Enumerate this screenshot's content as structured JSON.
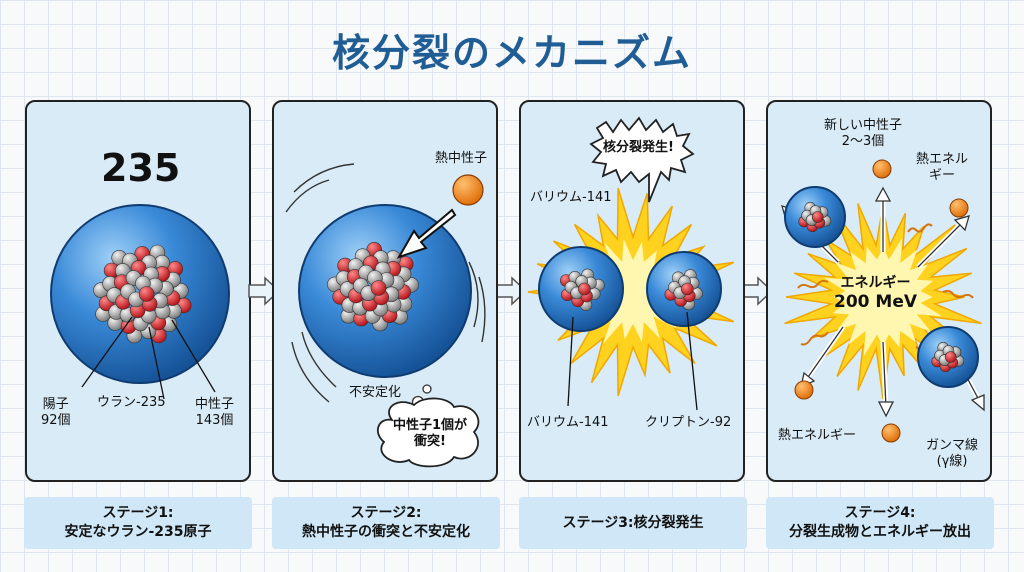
{
  "title": "核分裂のメカニズム",
  "stages": [
    {
      "caption_line1": "ステージ1:",
      "caption_line2": "安定なウラン-235原子",
      "mass_number": "235",
      "proton_label": "陽子",
      "proton_count": "92個",
      "atom_label": "ウラン-235",
      "neutron_label": "中性子",
      "neutron_count": "143個"
    },
    {
      "caption_line1": "ステージ2:",
      "caption_line2": "熱中性子の衝突と不安定化",
      "thermal_neutron_label": "熱中性子",
      "unstable_label": "不安定化",
      "bubble_line1": "中性子1個が",
      "bubble_line2": "衝突!"
    },
    {
      "caption_line1": "ステージ3:核分裂発生",
      "caption_line2": "",
      "burst_label": "核分裂発生!",
      "fragment_top_label": "バリウム-141",
      "fragment_bottom_left_label": "バリウム-141",
      "fragment_bottom_right_label": "クリプトン-92"
    },
    {
      "caption_line1": "ステージ4:",
      "caption_line2": "分裂生成物とエネルギー放出",
      "new_neutrons_line1": "新しい中性子",
      "new_neutrons_line2": "2〜3個",
      "heat_top_line1": "熱エネル",
      "heat_top_line2": "ギー",
      "energy_label": "エネルギー",
      "energy_value": "200 MeV",
      "heat_bottom_label": "熱エネルギー",
      "gamma_line1": "ガンマ線",
      "gamma_line2": "(γ線)"
    }
  ],
  "colors": {
    "title": "#1f5d94",
    "panel_bg": "#d8ebf7",
    "caption_bg": "#cfe7f6",
    "atom_blue": "#2f7fcf",
    "proton_red": "#d6262c",
    "neutron_gray": "#a8a8a8",
    "neutron_orange": "#f28a1e",
    "burst_yellow": "#ffd21f"
  }
}
